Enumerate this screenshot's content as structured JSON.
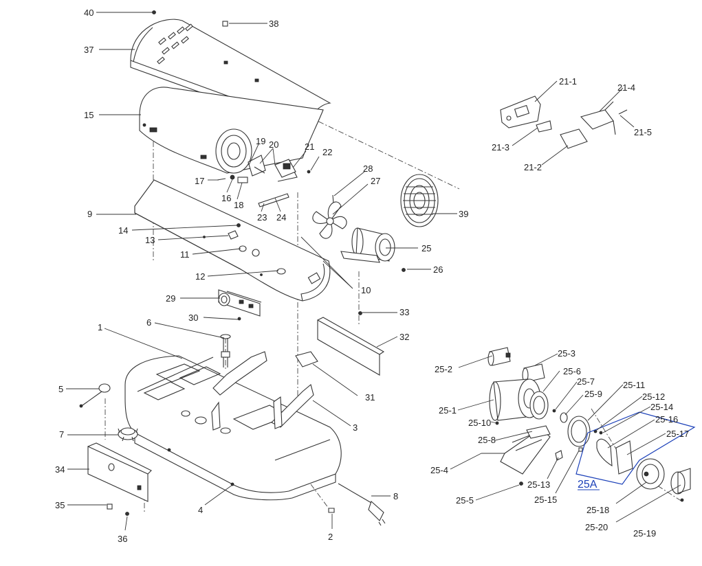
{
  "labels": {
    "p40": "40",
    "p38": "38",
    "p37": "37",
    "p15": "15",
    "p19": "19",
    "p20": "20",
    "p21": "21",
    "p22": "22",
    "p17": "17",
    "p16": "16",
    "p18": "18",
    "p23": "23",
    "p24": "24",
    "p28": "28",
    "p27": "27",
    "p39": "39",
    "p9": "9",
    "p14": "14",
    "p13": "13",
    "p11": "11",
    "p12": "12",
    "p29": "29",
    "p30": "30",
    "p25": "25",
    "p26": "26",
    "p10": "10",
    "p33": "33",
    "p32": "32",
    "p1": "1",
    "p6": "6",
    "p31": "31",
    "p5": "5",
    "p3": "3",
    "p7": "7",
    "p34": "34",
    "p35": "35",
    "p36": "36",
    "p4": "4",
    "p2": "2",
    "p8": "8",
    "p21_1": "21-1",
    "p21_4": "21-4",
    "p21_3": "21-3",
    "p21_2": "21-2",
    "p21_5": "21-5",
    "p25_2": "25-2",
    "p25_3": "25-3",
    "p25_6": "25-6",
    "p25_7": "25-7",
    "p25_9": "25-9",
    "p25_11": "25-11",
    "p25_12": "25-12",
    "p25_14": "25-14",
    "p25_16": "25-16",
    "p25_17": "25-17",
    "p25_1": "25-1",
    "p25_10": "25-10",
    "p25_8": "25-8",
    "p25_4": "25-4",
    "p25_13": "25-13",
    "p25_15": "25-15",
    "p25_5": "25-5",
    "p25_18": "25-18",
    "p25_20": "25-20",
    "p25_19": "25-19",
    "p25A": "25A"
  },
  "colors": {
    "line": "#333333",
    "callout": "#1a3fb8"
  }
}
